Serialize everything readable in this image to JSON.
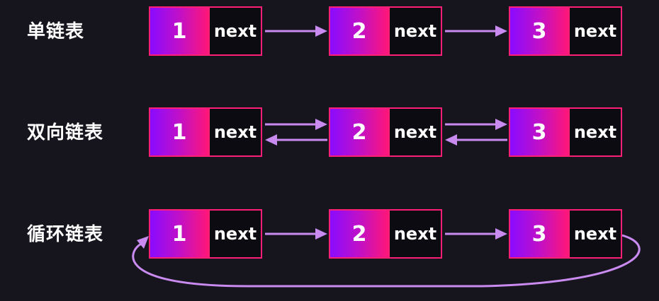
{
  "colors": {
    "background": "#16141d",
    "node_border": "#ff1f77",
    "value_gradient_start": "#8a0bff",
    "value_gradient_end": "#ff1678",
    "pointer_cell": "#0d0b12",
    "arrow": "#c98bf0"
  },
  "rows": [
    {
      "label": "单链表",
      "nodes": [
        {
          "value": "1",
          "pointer": "next"
        },
        {
          "value": "2",
          "pointer": "next"
        },
        {
          "value": "3",
          "pointer": "next"
        }
      ]
    },
    {
      "label": "双向链表",
      "nodes": [
        {
          "value": "1",
          "pointer": "next"
        },
        {
          "value": "2",
          "pointer": "next"
        },
        {
          "value": "3",
          "pointer": "next"
        }
      ]
    },
    {
      "label": "循环链表",
      "nodes": [
        {
          "value": "1",
          "pointer": "next"
        },
        {
          "value": "2",
          "pointer": "next"
        },
        {
          "value": "3",
          "pointer": "next"
        }
      ]
    }
  ]
}
